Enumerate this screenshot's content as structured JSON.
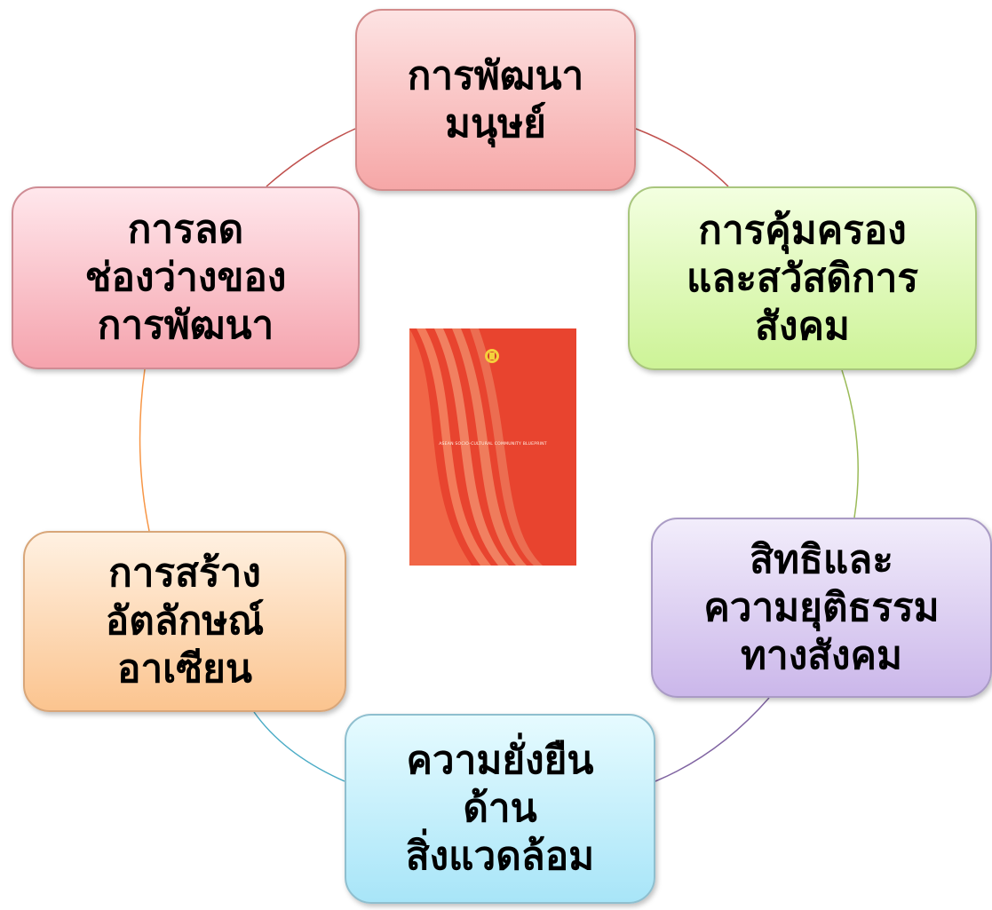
{
  "diagram": {
    "center_image": {
      "type": "book-cover",
      "cover_text": "ASEAN SOCIO-CULTURAL COMMUNITY BLUEPRINT",
      "color": "#e8442f"
    },
    "nodes": [
      {
        "id": "human",
        "label": "การพัฒนา\nมนุษย์",
        "color": "#f6a7a7",
        "ring_color": "#c0504d"
      },
      {
        "id": "welfare",
        "label": "การคุ้มครอง\nและสวัสดิการ\nสังคม",
        "color": "#cdf397",
        "ring_color": "#9bbb59"
      },
      {
        "id": "justice",
        "label": "สิทธิและ\nความยุติธรรม\nทางสังคม",
        "color": "#cbb7ea",
        "ring_color": "#8064a2"
      },
      {
        "id": "environment",
        "label": "ความยั่งยืน\nด้าน\nสิ่งแวดล้อม",
        "color": "#a8e5f8",
        "ring_color": "#4bacc6"
      },
      {
        "id": "identity",
        "label": "การสร้าง\nอัตลักษณ์\nอาเซียน",
        "color": "#fbc48f",
        "ring_color": "#f79646"
      },
      {
        "id": "gap",
        "label": "การลด\nช่องว่างของ\nการพัฒนา",
        "color": "#f5a3ad",
        "ring_color": "#c0504d"
      }
    ]
  }
}
